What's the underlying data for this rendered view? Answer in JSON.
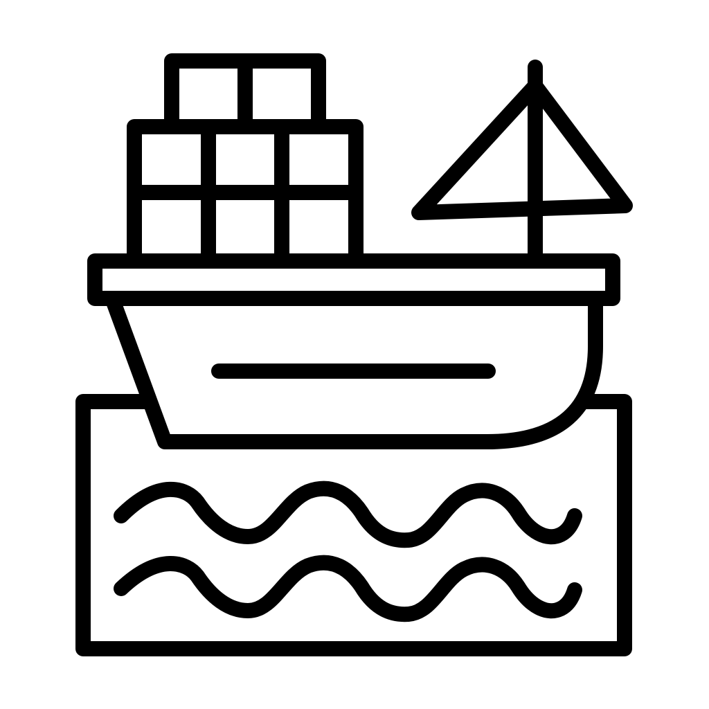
{
  "icon": {
    "name": "cargo-ship-icon",
    "stroke_color": "#000000",
    "background_color": "#ffffff",
    "elements": [
      "container-stack",
      "sail",
      "mast",
      "deck",
      "hull",
      "hull-stripe",
      "water-box",
      "wave-line",
      "wave-line"
    ]
  }
}
